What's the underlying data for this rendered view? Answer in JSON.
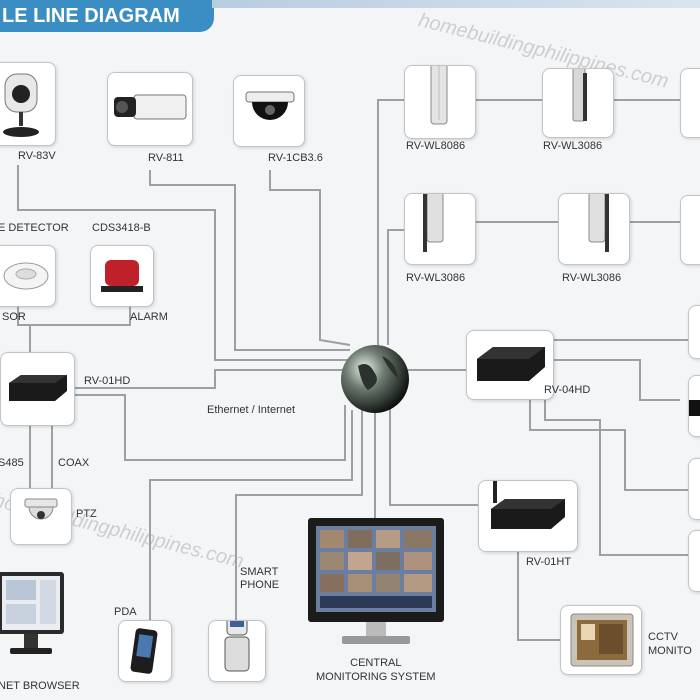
{
  "header": {
    "title": "LE LINE DIAGRAM"
  },
  "watermarks": [
    "homebuildingphilippines.com",
    "homebuildingphilippines.com"
  ],
  "devices": {
    "rv83v": "RV-83V",
    "rv811": "RV-811",
    "rv1cb36": "RV-1CB3.6",
    "rvwl8086": "RV-WL8086",
    "rvwl3086_a": "RV-WL3086",
    "rvwl3086_b": "RV-WL3086",
    "rvwl3086_c": "RV-WL3086",
    "smoke_detector": "E DETECTOR",
    "cds3418": "CDS3418-B",
    "sensor": "SOR",
    "alarm": "ALARM",
    "rv01hd": "RV-01HD",
    "rv04hd": "RV-04HD",
    "rs485": "S485",
    "coax": "COAX",
    "ptz": "PTZ",
    "rv01ht": "RV-01HT",
    "pda": "PDA",
    "smart_phone": "SMART\nPHONE",
    "central": "CENTRAL\nMONITORING SYSTEM",
    "cctv_monitor": "CCTV\nMONITO",
    "web_browser": "NET BROWSER",
    "network": "Ethernet / Internet"
  }
}
